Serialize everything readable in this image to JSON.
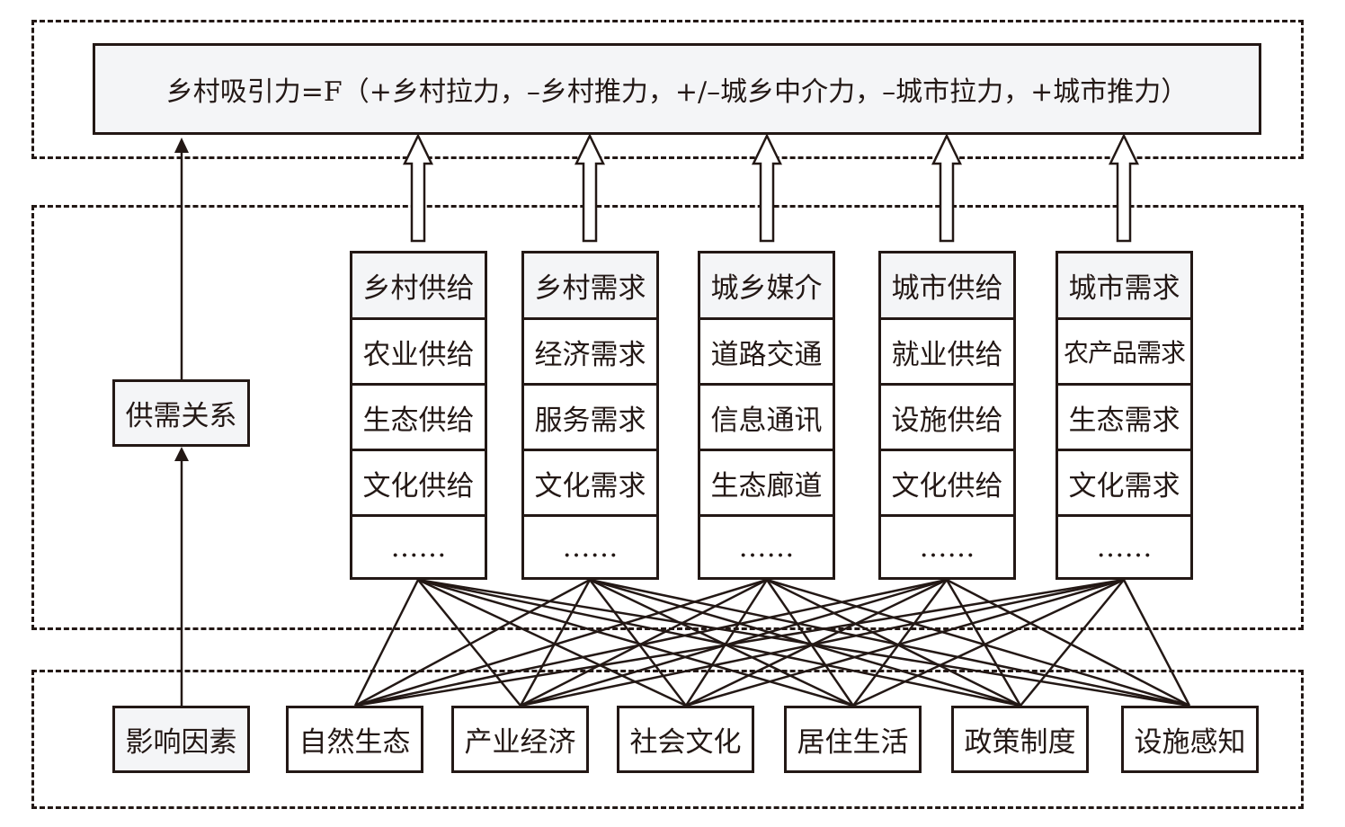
{
  "formula": "乡村吸引力=F（+乡村拉力，–乡村推力，+/–城乡中介力，–城市拉力，+城市推力）",
  "left_labels": {
    "relation": "供需关系",
    "factors": "影响因素"
  },
  "columns": [
    {
      "header": "乡村供给",
      "items": [
        "农业供给",
        "生态供给",
        "文化供给",
        "……"
      ]
    },
    {
      "header": "乡村需求",
      "items": [
        "经济需求",
        "服务需求",
        "文化需求",
        "……"
      ]
    },
    {
      "header": "城乡媒介",
      "items": [
        "道路交通",
        "信息通讯",
        "生态廊道",
        "……"
      ]
    },
    {
      "header": "城市供给",
      "items": [
        "就业供给",
        "设施供给",
        "文化供给",
        "……"
      ]
    },
    {
      "header": "城市需求",
      "items": [
        "农产品需求",
        "生态需求",
        "文化需求",
        "……"
      ]
    }
  ],
  "factors": [
    "自然生态",
    "产业经济",
    "社会文化",
    "居住生活",
    "政策制度",
    "设施感知"
  ],
  "colors": {
    "ink": "#231815",
    "header_fill": "#f4f5f7"
  }
}
